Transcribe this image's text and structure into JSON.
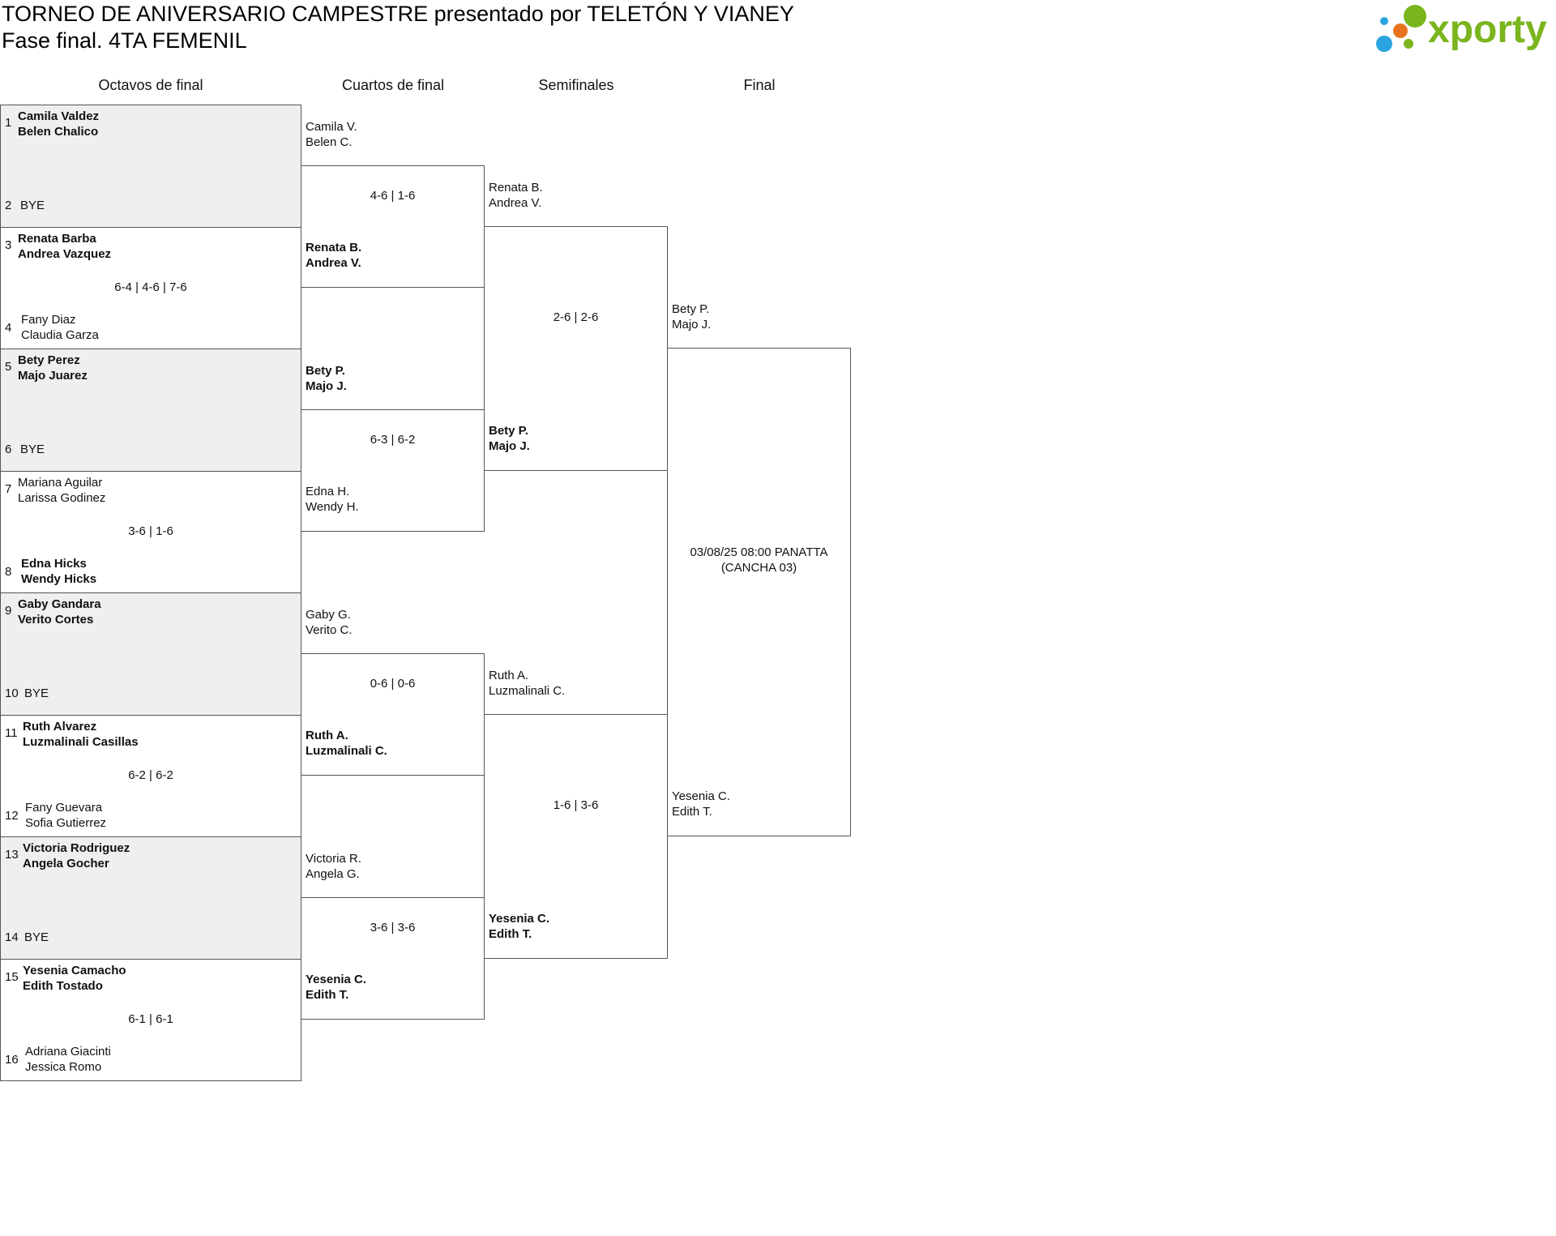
{
  "header": {
    "title_line1": "TORNEO DE ANIVERSARIO CAMPESTRE presentado por TELETÓN Y VIANEY",
    "title_line2": "Fase final. 4TA FEMENIL"
  },
  "logo": {
    "text": "xporty",
    "color": "#7ab51d",
    "dot_colors": [
      "#7ab51d",
      "#2aa3e0",
      "#e8731e"
    ]
  },
  "rounds": [
    "Octavos de final",
    "Cuartos de final",
    "Semifinales",
    "Final"
  ],
  "octavos": [
    {
      "seed_a": "1",
      "a": [
        "Camila Valdez",
        "Belen Chalico"
      ],
      "a_win": true,
      "seed_b": "2",
      "b": [
        "BYE"
      ],
      "b_win": false,
      "score": "",
      "bye": true
    },
    {
      "seed_a": "3",
      "a": [
        "Renata Barba",
        "Andrea Vazquez"
      ],
      "a_win": true,
      "seed_b": "4",
      "b": [
        "Fany Diaz",
        "Claudia Garza"
      ],
      "b_win": false,
      "score": "6-4 | 4-6 | 7-6",
      "bye": false
    },
    {
      "seed_a": "5",
      "a": [
        "Bety Perez",
        "Majo Juarez"
      ],
      "a_win": true,
      "seed_b": "6",
      "b": [
        "BYE"
      ],
      "b_win": false,
      "score": "",
      "bye": true
    },
    {
      "seed_a": "7",
      "a": [
        "Mariana Aguilar",
        "Larissa Godinez"
      ],
      "a_win": false,
      "seed_b": "8",
      "b": [
        "Edna Hicks",
        "Wendy Hicks"
      ],
      "b_win": true,
      "score": "3-6 | 1-6",
      "bye": false
    },
    {
      "seed_a": "9",
      "a": [
        "Gaby Gandara",
        "Verito Cortes"
      ],
      "a_win": true,
      "seed_b": "10",
      "b": [
        "BYE"
      ],
      "b_win": false,
      "score": "",
      "bye": true
    },
    {
      "seed_a": "11",
      "a": [
        "Ruth Alvarez",
        "Luzmalinali Casillas"
      ],
      "a_win": true,
      "seed_b": "12",
      "b": [
        "Fany Guevara",
        "Sofia Gutierrez"
      ],
      "b_win": false,
      "score": "6-2 | 6-2",
      "bye": false
    },
    {
      "seed_a": "13",
      "a": [
        "Victoria Rodriguez",
        "Angela Gocher"
      ],
      "a_win": true,
      "seed_b": "14",
      "b": [
        "BYE"
      ],
      "b_win": false,
      "score": "",
      "bye": true
    },
    {
      "seed_a": "15",
      "a": [
        "Yesenia Camacho",
        "Edith Tostado"
      ],
      "a_win": true,
      "seed_b": "16",
      "b": [
        "Adriana Giacinti",
        "Jessica Romo"
      ],
      "b_win": false,
      "score": "6-1 | 6-1",
      "bye": false
    }
  ],
  "cuartos": [
    {
      "a": [
        "Camila V.",
        "Belen C."
      ],
      "a_win": false,
      "b": [
        "Renata B.",
        "Andrea V."
      ],
      "b_win": true,
      "score": "4-6 | 1-6"
    },
    {
      "a": [
        "Bety P.",
        "Majo J."
      ],
      "a_win": true,
      "b": [
        "Edna H.",
        "Wendy H."
      ],
      "b_win": false,
      "score": "6-3 | 6-2"
    },
    {
      "a": [
        "Gaby G.",
        "Verito C."
      ],
      "a_win": false,
      "b": [
        "Ruth A.",
        "Luzmalinali C."
      ],
      "b_win": true,
      "score": "0-6 | 0-6"
    },
    {
      "a": [
        "Victoria R.",
        "Angela G."
      ],
      "a_win": false,
      "b": [
        "Yesenia C.",
        "Edith T."
      ],
      "b_win": true,
      "score": "3-6 | 3-6"
    }
  ],
  "semis": [
    {
      "a": [
        "Renata B.",
        "Andrea V."
      ],
      "a_win": false,
      "b": [
        "Bety P.",
        "Majo J."
      ],
      "b_win": true,
      "score": "2-6 | 2-6"
    },
    {
      "a": [
        "Ruth A.",
        "Luzmalinali C."
      ],
      "a_win": false,
      "b": [
        "Yesenia C.",
        "Edith T."
      ],
      "b_win": true,
      "score": "1-6 | 3-6"
    }
  ],
  "final": {
    "a": [
      "Bety P.",
      "Majo J."
    ],
    "a_win": false,
    "b": [
      "Yesenia C.",
      "Edith T."
    ],
    "b_win": false,
    "schedule": [
      "03/08/25 08:00 PANATTA",
      "(CANCHA 03)"
    ]
  }
}
